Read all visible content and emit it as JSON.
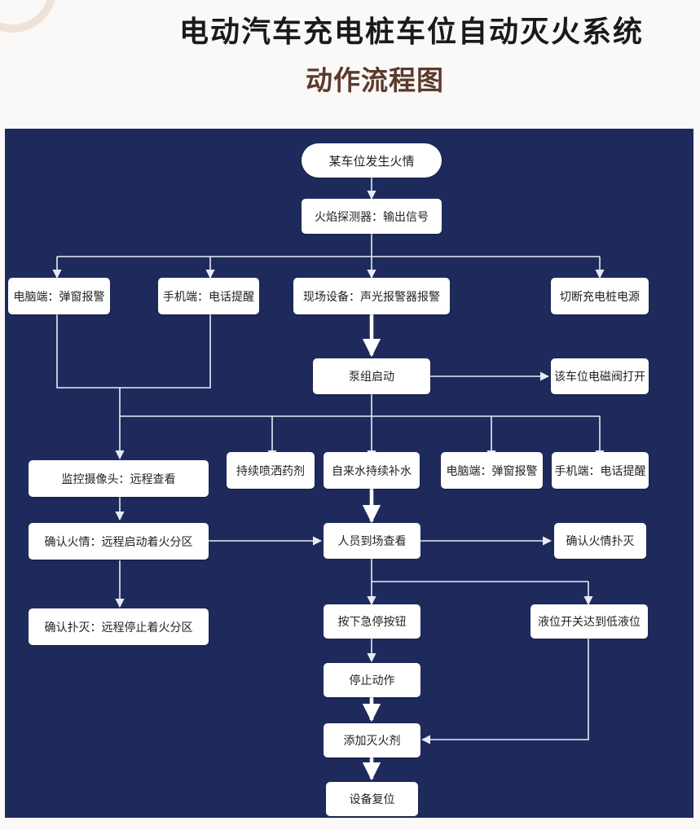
{
  "title": "电动汽车充电桩车位自动灭火系统",
  "subtitle": "动作流程图",
  "nodes": {
    "fire_start": "某车位发生火情",
    "detector": "火焰探测器：输出信号",
    "pc_popup_1": "电脑端：弹窗报警",
    "phone_call_1": "手机端：电话提醒",
    "site_alarm": "现场设备：声光报警器报警",
    "cut_power": "切断充电桩电源",
    "pump_start": "泵组启动",
    "valve_open": "该车位电磁阀打开",
    "camera": "监控摄像头：远程查看",
    "spray_agent": "持续喷洒药剂",
    "water_refill": "自来水持续补水",
    "pc_popup_2": "电脑端：弹窗报警",
    "phone_call_2": "手机端：电话提醒",
    "confirm_fire": "确认火情：远程启动着火分区",
    "staff_arrive": "人员到场查看",
    "confirm_out": "确认火情扑灭",
    "confirm_extinguish": "确认扑灭：远程停止着火分区",
    "emergency_stop": "按下急停按钮",
    "low_level": "液位开关达到低液位",
    "stop_action": "停止动作",
    "add_agent": "添加灭火剂",
    "reset": "设备复位"
  },
  "colors": {
    "background": "#1f2a5c",
    "node_fill": "#ffffff",
    "connector": "#e8ebf5",
    "title": "#1a1a1a",
    "subtitle": "#5b3a2e"
  }
}
